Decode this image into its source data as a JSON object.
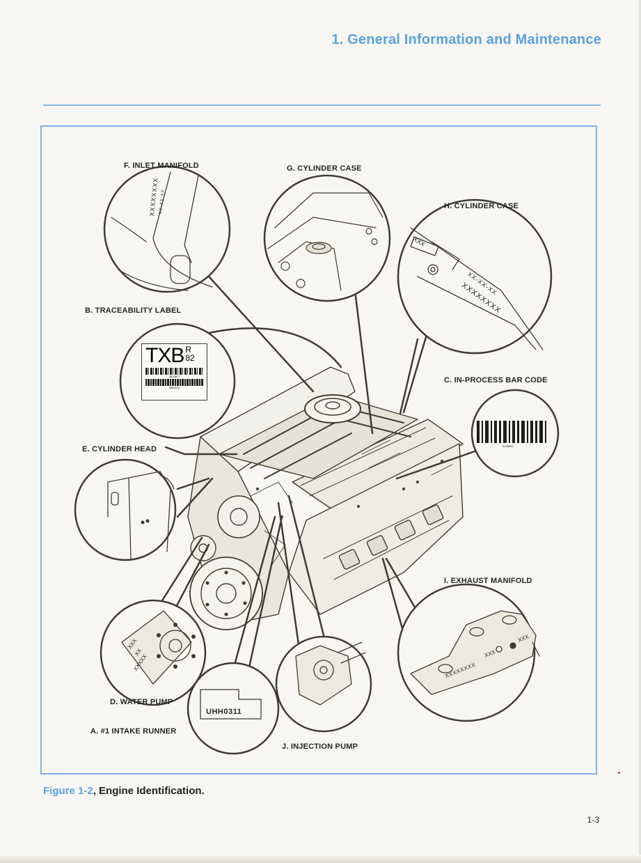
{
  "header": {
    "chapter_title": "1. General Information and Maintenance"
  },
  "figure": {
    "callouts": {
      "a": "A. #1 INTAKE RUNNER",
      "b": "B. TRACEABILITY LABEL",
      "c": "C. IN-PROCESS BAR CODE",
      "d": "D. WATER PUMP",
      "e": "E. CYLINDER HEAD",
      "f": "F. INLET MANIFOLD",
      "g": "G. CYLINDER CASE",
      "h": "H. CYLINDER CASE",
      "i": "I. EXHAUST MANIFOLD",
      "j": "J. INJECTION PUMP"
    },
    "label_b": {
      "main": "TXB",
      "sup": "R",
      "sub": "82",
      "num1": "2623877",
      "num2": "0000124"
    },
    "label_a": {
      "code": "UHH0311"
    },
    "stamps": {
      "f1": "XXXXXXXX",
      "f2": "XX-XX-XX",
      "h1": "XX-XX-XX",
      "h2": "XXXXXXXX",
      "h3": "XXX",
      "d1": "XXX",
      "d2": "XX",
      "d3": "XXXXX",
      "i1": "XXXXXXXX",
      "i2": "XXX",
      "i3": "XXX",
      "c_num": "8138851"
    }
  },
  "caption": {
    "figure_number": "Figure 1-2",
    "separator": ",",
    "title": " Engine Identification."
  },
  "page_number": "1-3",
  "colors": {
    "accent": "#5aa2e0",
    "frame": "#7fb3e6",
    "ink": "#3d3b32"
  }
}
